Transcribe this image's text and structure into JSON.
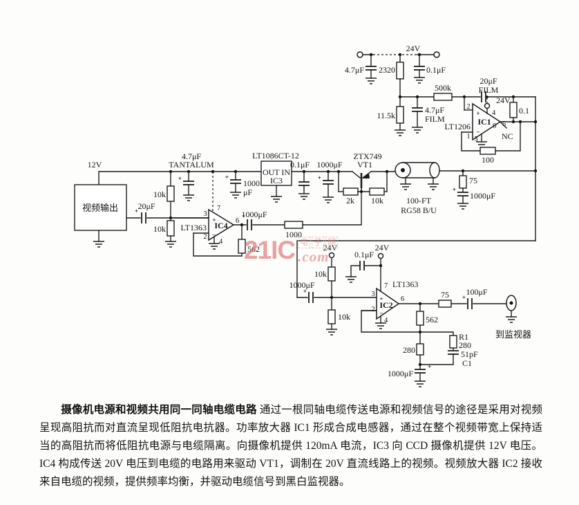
{
  "labels": {
    "v24": "24V",
    "v12": "12V",
    "cap_4u7": "4.7μF",
    "cap_0u1": "0.1μF",
    "cap_20u": "20μF",
    "cap_100u": "100μF",
    "cap_1000u": "1000μF",
    "cap_1000": "1000",
    "uf": "μF",
    "cap_51p": "51pF",
    "r_2320": "2320",
    "r_500k": "500k",
    "r_11k5": "11.5k",
    "r_10k": "10k",
    "r_2k": "2k",
    "r_0u1": "0.1",
    "r_100": "100",
    "r_1000": "1000",
    "r_562": "562",
    "r_280": "280",
    "r_75": "75",
    "film": "FILM",
    "tantalum": "TANTALUM",
    "ic1_part": "LT1206",
    "ic1": "IC1",
    "ic2": "IC2",
    "ic3": "IC3",
    "ic4": "IC4",
    "ic3_part": "LT1086CT-12",
    "lt1363": "LT1363",
    "out_in": "OUT IN",
    "nc": "NC",
    "vt1_part": "ZTX749",
    "vt1": "VT1",
    "coax1": "100-FT",
    "coax2": "RG58 B/U",
    "video_out": "视频输出",
    "to_monitor": "到监视器",
    "r1": "R1",
    "c1": "C1",
    "pin1": "1",
    "pin2": "2",
    "pin3": "3",
    "pin4": "4",
    "pin5": "5",
    "pin6": "6",
    "pin7": "7",
    "plus": "+",
    "minus": "−"
  },
  "watermark": {
    "brand": "21IC",
    "cn1": "电",
    "cn2": "子",
    "cn3": "网",
    "suffix": ".com"
  },
  "description": {
    "title": "摄像机电源和视频共用同一同轴电缆电路",
    "body": "通过一根同轴电缆传送电源和视频信号的途径是采用对视频呈现高阻抗而对直流呈现低阻抗电抗器。功率放大器 IC1 形成合成电感器，通过在整个视频带宽上保持适当的高阻抗而将低阻抗电源与电缆隔离。向摄像机提供 120mA 电流，IC3 向 CCD 摄像机提供 12V 电压。IC4 构成传送 20V 电压到电缆的电路用来驱动 VT1，调制在 20V 直流线路上的视频。视频放大器 IC2 接收来自电缆的视频，提供频率均衡，并驱动电缆信号到黑白监视器。"
  }
}
